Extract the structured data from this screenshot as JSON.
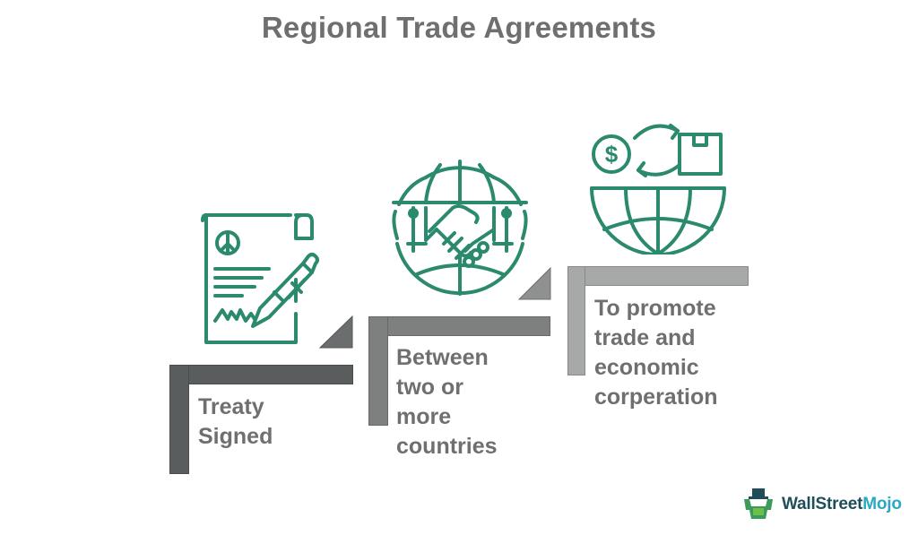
{
  "title": "Regional Trade Agreements",
  "steps": [
    {
      "label_lines": [
        "Treaty",
        "Signed"
      ],
      "icon": "signed-document-icon",
      "color": "#5a5d5d"
    },
    {
      "label_lines": [
        "Between",
        "two or more",
        "countries"
      ],
      "icon": "globe-handshake-icon",
      "color": "#7e8080"
    },
    {
      "label_lines": [
        "To promote",
        "trade and",
        "economic",
        "corperation"
      ],
      "icon": "globe-trade-exchange-icon",
      "color": "#a7a9a9"
    }
  ],
  "colors": {
    "icon_green": "#2b8a6e",
    "text_gray": "#6f6f6f"
  },
  "logo": {
    "part1": "WallStreet",
    "part2": "Mojo"
  }
}
